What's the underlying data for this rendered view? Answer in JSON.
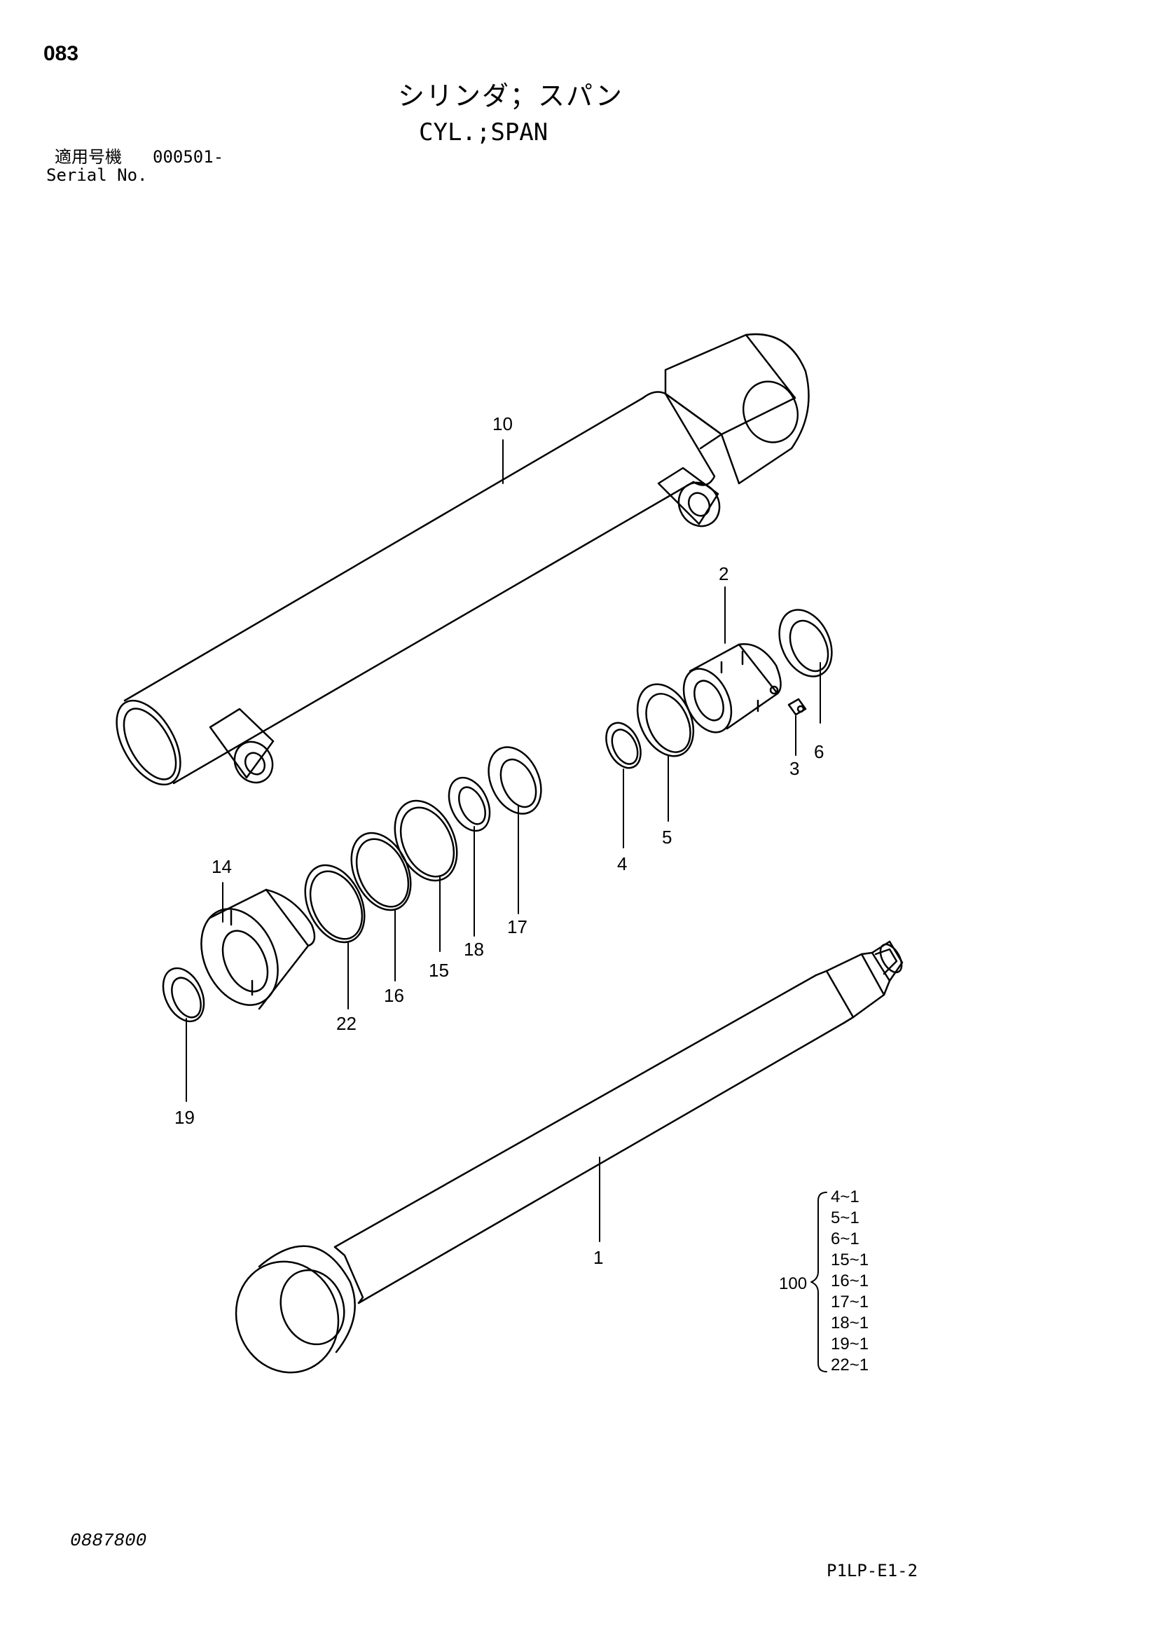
{
  "header": {
    "page_number": "083",
    "title_jp": "シリンダ；スパン",
    "title_en": "CYL.;SPAN",
    "serial_label_jp": "適用号機",
    "serial_value": "000501-",
    "serial_label_en": "Serial No."
  },
  "callouts": [
    "10",
    "2",
    "6",
    "3",
    "5",
    "4",
    "14",
    "17",
    "18",
    "15",
    "16",
    "22",
    "19",
    "1"
  ],
  "kit": {
    "label": "100",
    "items": [
      "4~1",
      "5~1",
      "6~1",
      "15~1",
      "16~1",
      "17~1",
      "18~1",
      "19~1",
      "22~1"
    ]
  },
  "footer": {
    "drawing_number": "0887800",
    "sheet_code": "P1LP-E1-2"
  }
}
